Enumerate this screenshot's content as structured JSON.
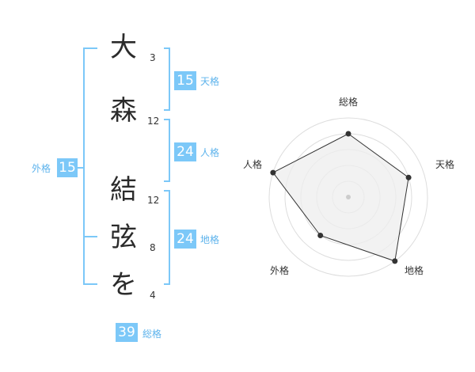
{
  "name": {
    "characters": [
      {
        "char": "大",
        "strokes": "3"
      },
      {
        "char": "森",
        "strokes": "12"
      },
      {
        "char": "結",
        "strokes": "12"
      },
      {
        "char": "弦",
        "strokes": "8"
      },
      {
        "char": "を",
        "strokes": "4"
      }
    ]
  },
  "kaku": {
    "tenkaku": {
      "label": "天格",
      "value": "15"
    },
    "jinkaku": {
      "label": "人格",
      "value": "24"
    },
    "chikaku": {
      "label": "地格",
      "value": "24"
    },
    "gaikaku": {
      "label": "外格",
      "value": "15"
    },
    "soukaku": {
      "label": "総格",
      "value": "39"
    }
  },
  "chart_data": {
    "type": "radar",
    "axes": [
      "総格",
      "天格",
      "地格",
      "外格",
      "人格"
    ],
    "values": [
      4,
      4,
      5,
      3,
      5
    ],
    "range": [
      0,
      5
    ],
    "rings": 5,
    "colors": {
      "fill": "#eeeeee",
      "line": "#333333",
      "point": "#333333",
      "grid": "#dddddd",
      "center": "#cccccc"
    }
  }
}
